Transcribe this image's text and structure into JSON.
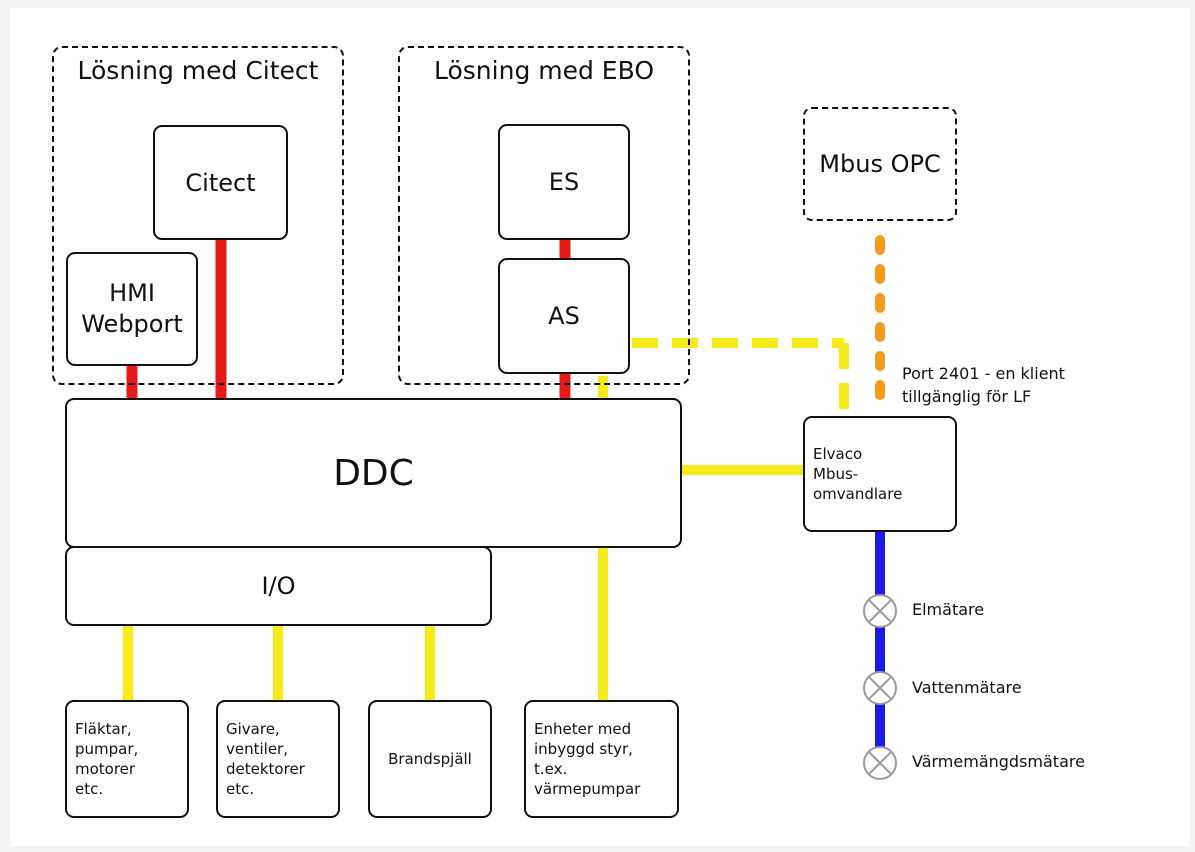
{
  "colors": {
    "power_link": "#e41b17",
    "io_link": "#f7ea1a",
    "mbus_opc_link": "#f49a1d",
    "mbus_link": "#1a1ae8",
    "border": "#111111",
    "meter_gray": "#9a9a9a"
  },
  "groups": {
    "citect": {
      "title": "Lösning med Citect"
    },
    "ebo": {
      "title": "Lösning med EBO"
    }
  },
  "boxes": {
    "citect": "Citect",
    "hmi": "HMI\nWebport",
    "es": "ES",
    "as": "AS",
    "mbus_opc": "Mbus OPC",
    "ddc": "DDC",
    "io": "I/O",
    "elvaco": "Elvaco\nMbus-\nomvandlare",
    "flaktar": "Fläktar,\npumpar,\nmotorer\netc.",
    "givare": "Givare,\nventiler,\ndetektorer\netc.",
    "brandspjall": "Brandspjäll",
    "enheter": "Enheter med\ninbyggd styr,\nt.ex.\nvärmepumpar"
  },
  "port_note": "Port 2401 - en klient\ntillgänglig för LF",
  "meters": [
    {
      "label": "Elmätare",
      "icon": "meter-icon"
    },
    {
      "label": "Vattenmätare",
      "icon": "meter-icon"
    },
    {
      "label": "Värmemängdsmätare",
      "icon": "meter-icon"
    }
  ]
}
